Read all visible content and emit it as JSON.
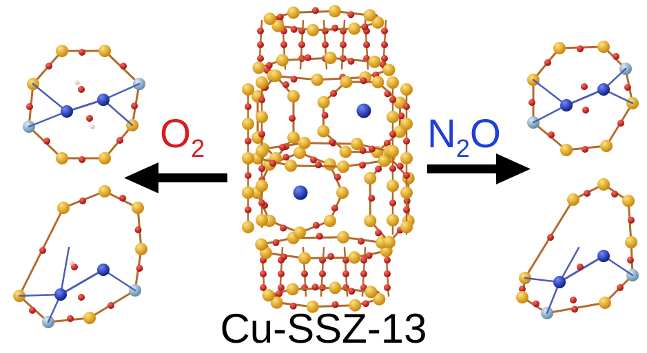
{
  "labels": {
    "left_reactant": {
      "main": "O",
      "sub": "2"
    },
    "right_reactant": {
      "main": "N",
      "sub": "2",
      "tail": "O"
    },
    "material": "Cu-SSZ-13"
  },
  "colors": {
    "o2_label": "#d81c1c",
    "n2o_label": "#1f3fd6",
    "arrow": "#000000",
    "si_atom": "#e0a717",
    "o_atom": "#c41e1e",
    "al_atom": "#8fb5cf",
    "cu_atom": "#1f3bb5",
    "h_atom": "#f4d6d6",
    "bond": "#b56a2a",
    "cu_bond": "#4a5db5"
  },
  "arrows": [
    {
      "name": "arrow-to-o2-products",
      "direction": "left"
    },
    {
      "name": "arrow-to-n2o-products",
      "direction": "right"
    }
  ],
  "structures": [
    "cu-ssz-13-framework",
    "o2-product-top",
    "o2-product-bottom",
    "n2o-product-top",
    "n2o-product-bottom"
  ]
}
